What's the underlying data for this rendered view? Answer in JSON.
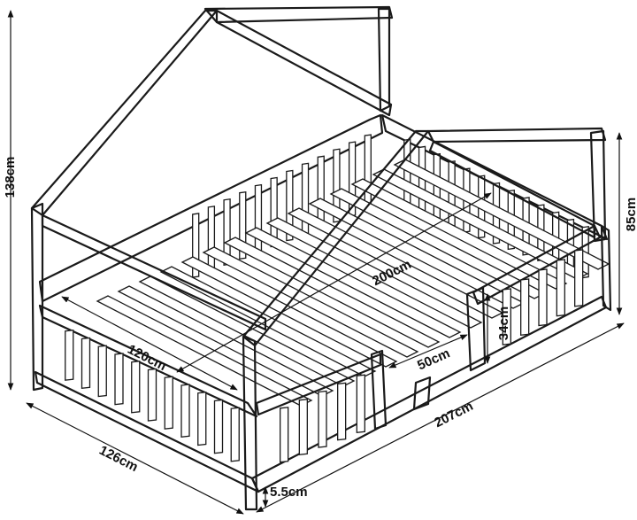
{
  "dimensions": {
    "total_height": "138cm",
    "side_height": "85cm",
    "width": "126cm",
    "length": "207cm",
    "mattress_length": "200cm",
    "mattress_width": "120cm",
    "opening_width": "50cm",
    "rail_height": "34cm",
    "clearance": "5.5cm"
  }
}
